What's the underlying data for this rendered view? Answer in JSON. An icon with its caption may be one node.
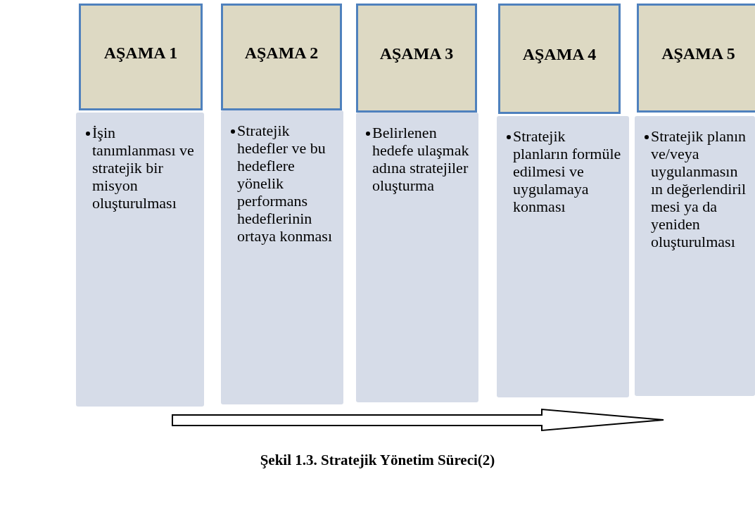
{
  "diagram": {
    "caption": "Şekil 1.3. Stratejik Yönetim Süreci(2)",
    "nodes": [
      {
        "text": [
          "AŞAMA 1"
        ]
      },
      {
        "text": [
          "İşin tanımlanması ve stratejik bir misyon oluşturulması"
        ]
      },
      {
        "text": [
          "AŞAMA 2"
        ]
      },
      {
        "text": [
          "Stratejik hedefler ve bu hedeflere yönelik performans hedeflerinin ortaya konması"
        ]
      },
      {
        "text": [
          "AŞAMA 3"
        ]
      },
      {
        "text": [
          "Belirlenen hedefe ulaşmak adına stratejiler oluşturma"
        ]
      },
      {
        "text": [
          "AŞAMA 4"
        ]
      },
      {
        "text": [
          "Stratejik planların formüle edilmesi ve uygulamaya konması"
        ]
      },
      {
        "text": [
          "AŞAMA 5"
        ]
      },
      {
        "text": [
          "Stratejik planın ve/veya uygulanmasın ın değerlendiril mesi ya da yeniden oluşturulması"
        ]
      }
    ],
    "edges": []
  }
}
